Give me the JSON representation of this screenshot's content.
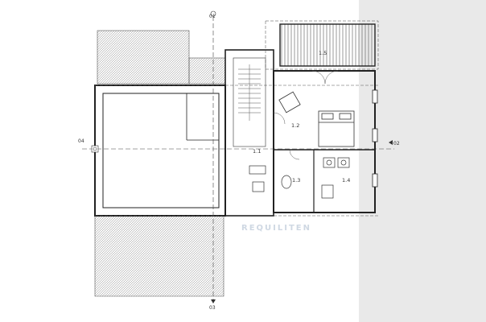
{
  "plan": {
    "rooms": [
      {
        "id": "r11",
        "label": "1.1"
      },
      {
        "id": "r12",
        "label": "1.2"
      },
      {
        "id": "r13",
        "label": "1.3"
      },
      {
        "id": "r14",
        "label": "1.4"
      },
      {
        "id": "r15",
        "label": "1.5"
      }
    ],
    "axis_markers": {
      "top": "01",
      "left": "04",
      "right": "02",
      "bottom": "03"
    },
    "watermark": "REQUILITEN",
    "colors": {
      "line": "#222222",
      "roof_hatch": "#8a8a8a",
      "side_band": "#e9e9e9",
      "watermark": "#cfd8e3"
    }
  }
}
